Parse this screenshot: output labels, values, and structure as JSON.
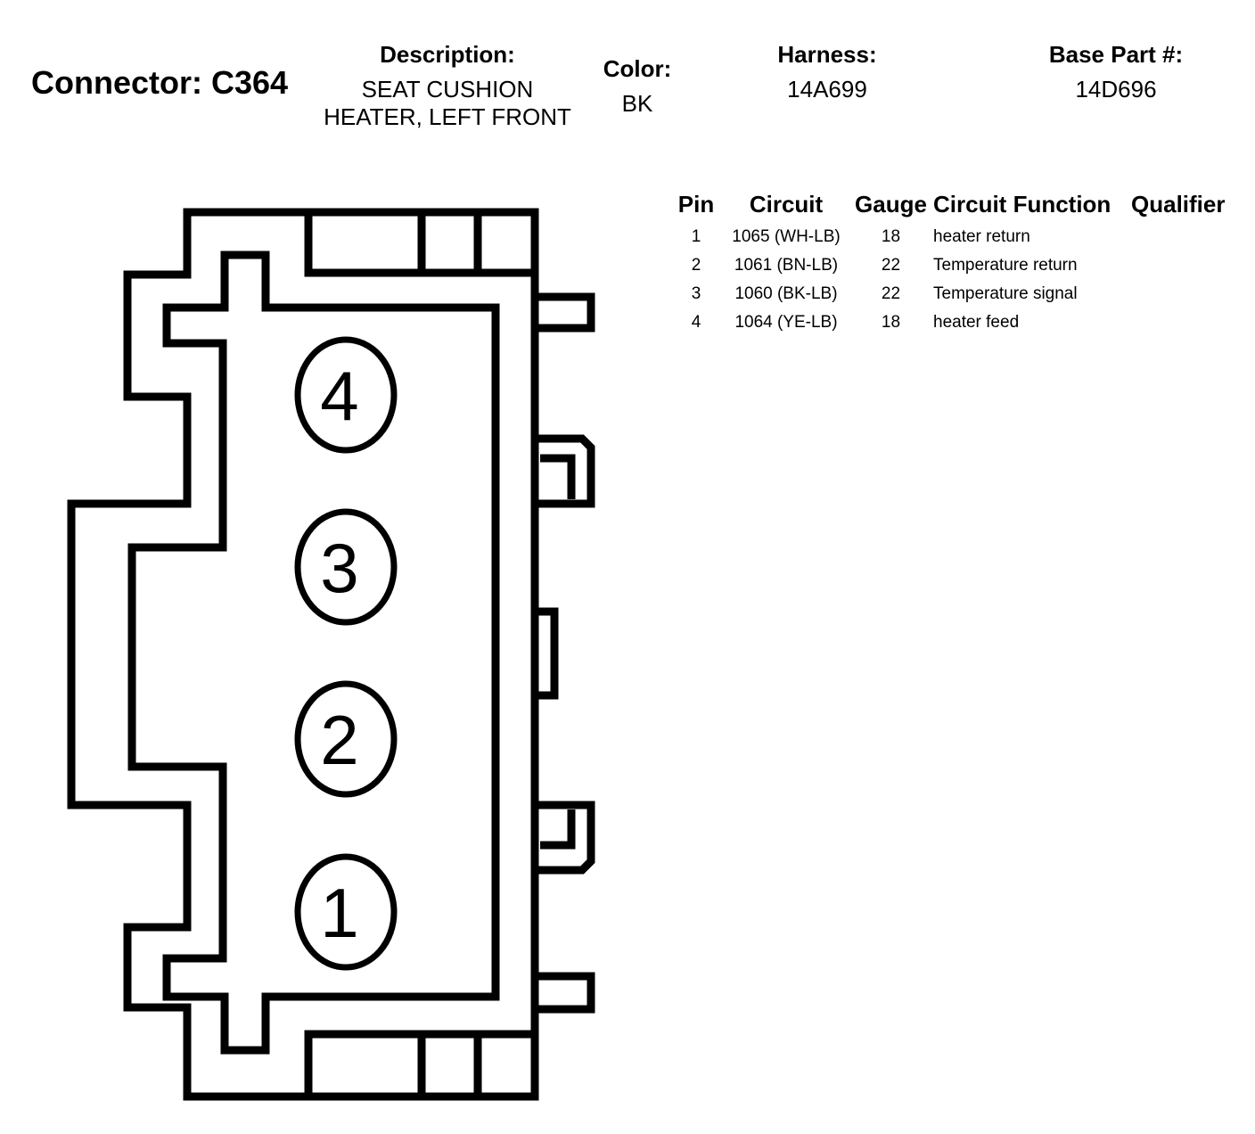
{
  "header": {
    "connector": "Connector: C364",
    "description_label": "Description:",
    "description_line1": "SEAT CUSHION",
    "description_line2": "HEATER, LEFT FRONT",
    "color_label": "Color:",
    "color_value": "BK",
    "harness_label": "Harness:",
    "harness_value": "14A699",
    "base_part_label": "Base Part #:",
    "base_part_value": "14D696"
  },
  "table": {
    "headers": [
      "Pin",
      "Circuit",
      "Gauge",
      "Circuit Function",
      "Qualifier"
    ],
    "rows": [
      {
        "pin": "1",
        "circuit": "1065 (WH-LB)",
        "gauge": "18",
        "function": "heater return",
        "qualifier": ""
      },
      {
        "pin": "2",
        "circuit": "1061 (BN-LB)",
        "gauge": "22",
        "function": "Temperature return",
        "qualifier": ""
      },
      {
        "pin": "3",
        "circuit": "1060 (BK-LB)",
        "gauge": "22",
        "function": "Temperature signal",
        "qualifier": ""
      },
      {
        "pin": "4",
        "circuit": "1064 (YE-LB)",
        "gauge": "18",
        "function": "heater feed",
        "qualifier": ""
      }
    ]
  },
  "diagram": {
    "pins": [
      "4",
      "3",
      "2",
      "1"
    ]
  }
}
